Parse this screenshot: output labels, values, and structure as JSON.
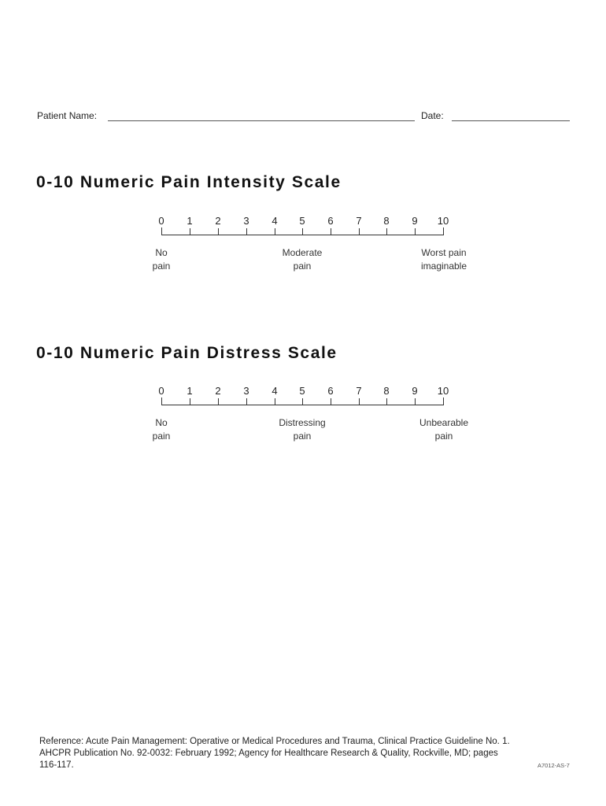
{
  "form": {
    "patient_name_label": "Patient Name:",
    "patient_name_value": "",
    "date_label": "Date:",
    "date_value": ""
  },
  "intensity_scale": {
    "title": "0-10 Numeric Pain Intensity Scale",
    "ticks": [
      "0",
      "1",
      "2",
      "3",
      "4",
      "5",
      "6",
      "7",
      "8",
      "9",
      "10"
    ],
    "anchors": {
      "low": {
        "line1": "No",
        "line2": "pain"
      },
      "mid": {
        "line1": "Moderate",
        "line2": "pain"
      },
      "high": {
        "line1": "Worst pain",
        "line2": "imaginable"
      }
    }
  },
  "distress_scale": {
    "title": "0-10 Numeric Pain Distress Scale",
    "ticks": [
      "0",
      "1",
      "2",
      "3",
      "4",
      "5",
      "6",
      "7",
      "8",
      "9",
      "10"
    ],
    "anchors": {
      "low": {
        "line1": "No",
        "line2": "pain"
      },
      "mid": {
        "line1": "Distressing",
        "line2": "pain"
      },
      "high": {
        "line1": "Unbearable",
        "line2": "pain"
      }
    }
  },
  "footer": {
    "reference_line1": "Reference: Acute Pain Management: Operative or Medical Procedures and Trauma, Clinical Practice Guideline No. 1.",
    "reference_line2": "AHCPR Publication No. 92-0032: February 1992; Agency for Healthcare Research & Quality, Rockville, MD; pages",
    "reference_line3": "116-117.",
    "form_code": "A7012-AS-7"
  }
}
